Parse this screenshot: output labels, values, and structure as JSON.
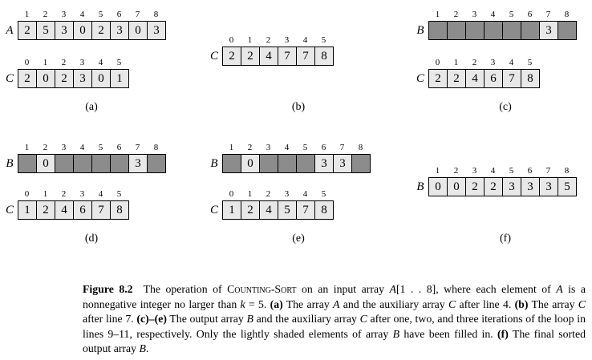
{
  "panels": [
    {
      "label": "(a)",
      "arrays": [
        {
          "name": "A",
          "indices": [
            "1",
            "2",
            "3",
            "4",
            "5",
            "6",
            "7",
            "8"
          ],
          "cells": [
            "2",
            "5",
            "3",
            "0",
            "2",
            "3",
            "0",
            "3"
          ],
          "shading": [
            "l",
            "l",
            "l",
            "l",
            "l",
            "l",
            "l",
            "l"
          ]
        },
        {
          "name": "C",
          "indices": [
            "0",
            "1",
            "2",
            "3",
            "4",
            "5"
          ],
          "cells": [
            "2",
            "0",
            "2",
            "3",
            "0",
            "1"
          ],
          "shading": [
            "l",
            "l",
            "l",
            "l",
            "l",
            "l"
          ]
        }
      ]
    },
    {
      "label": "(b)",
      "arrays": [
        {
          "name": "C",
          "indices": [
            "0",
            "1",
            "2",
            "3",
            "4",
            "5"
          ],
          "cells": [
            "2",
            "2",
            "4",
            "7",
            "7",
            "8"
          ],
          "shading": [
            "l",
            "l",
            "l",
            "l",
            "l",
            "l"
          ]
        }
      ]
    },
    {
      "label": "(c)",
      "arrays": [
        {
          "name": "B",
          "indices": [
            "1",
            "2",
            "3",
            "4",
            "5",
            "6",
            "7",
            "8"
          ],
          "cells": [
            "",
            "",
            "",
            "",
            "",
            "",
            "3",
            ""
          ],
          "shading": [
            "d",
            "d",
            "d",
            "d",
            "d",
            "d",
            "l",
            "d"
          ]
        },
        {
          "name": "C",
          "indices": [
            "0",
            "1",
            "2",
            "3",
            "4",
            "5"
          ],
          "cells": [
            "2",
            "2",
            "4",
            "6",
            "7",
            "8"
          ],
          "shading": [
            "l",
            "l",
            "l",
            "l",
            "l",
            "l"
          ]
        }
      ]
    },
    {
      "label": "(d)",
      "arrays": [
        {
          "name": "B",
          "indices": [
            "1",
            "2",
            "3",
            "4",
            "5",
            "6",
            "7",
            "8"
          ],
          "cells": [
            "",
            "0",
            "",
            "",
            "",
            "",
            "3",
            ""
          ],
          "shading": [
            "d",
            "l",
            "d",
            "d",
            "d",
            "d",
            "l",
            "d"
          ]
        },
        {
          "name": "C",
          "indices": [
            "0",
            "1",
            "2",
            "3",
            "4",
            "5"
          ],
          "cells": [
            "1",
            "2",
            "4",
            "6",
            "7",
            "8"
          ],
          "shading": [
            "l",
            "l",
            "l",
            "l",
            "l",
            "l"
          ]
        }
      ]
    },
    {
      "label": "(e)",
      "arrays": [
        {
          "name": "B",
          "indices": [
            "1",
            "2",
            "3",
            "4",
            "5",
            "6",
            "7",
            "8"
          ],
          "cells": [
            "",
            "0",
            "",
            "",
            "",
            "3",
            "3",
            ""
          ],
          "shading": [
            "d",
            "l",
            "d",
            "d",
            "d",
            "l",
            "l",
            "d"
          ]
        },
        {
          "name": "C",
          "indices": [
            "0",
            "1",
            "2",
            "3",
            "4",
            "5"
          ],
          "cells": [
            "1",
            "2",
            "4",
            "5",
            "7",
            "8"
          ],
          "shading": [
            "l",
            "l",
            "l",
            "l",
            "l",
            "l"
          ]
        }
      ]
    },
    {
      "label": "(f)",
      "arrays": [
        {
          "name": "B",
          "indices": [
            "1",
            "2",
            "3",
            "4",
            "5",
            "6",
            "7",
            "8"
          ],
          "cells": [
            "0",
            "0",
            "2",
            "2",
            "3",
            "3",
            "3",
            "5"
          ],
          "shading": [
            "l",
            "l",
            "l",
            "l",
            "l",
            "l",
            "l",
            "l"
          ]
        }
      ]
    }
  ],
  "caption": {
    "figure_label": "Figure 8.2",
    "p1": "The operation of ",
    "algo_name": "Counting-Sort",
    "p2": " on an input array ",
    "arr_A": "A",
    "range": "[1 . . 8]",
    "p3": ", where each element of ",
    "arr_A2": "A",
    "p4": " is a nonnegative integer no larger than ",
    "k_var": "k",
    "k_value": " = 5. ",
    "a_label": "(a)",
    "a_text1": " The array ",
    "a_A": "A",
    "a_text2": " and the auxiliary array ",
    "a_C": "C",
    "a_text3": " after line 4. ",
    "b_label": "(b)",
    "b_text1": " The array ",
    "b_C": "C",
    "b_text2": " after line 7. ",
    "ce_label": "(c)–(e)",
    "ce_text1": " The output array ",
    "ce_B": "B",
    "ce_text2": " and the auxiliary array ",
    "ce_C": "C",
    "ce_text3": " after one, two, and three iterations of the loop in lines 9–11, respectively. Only the lightly shaded elements of array ",
    "ce_B2": "B",
    "ce_text4": " have been filled in. ",
    "f_label": "(f)",
    "f_text1": " The final sorted output array ",
    "f_B": "B",
    "f_text2": "."
  }
}
